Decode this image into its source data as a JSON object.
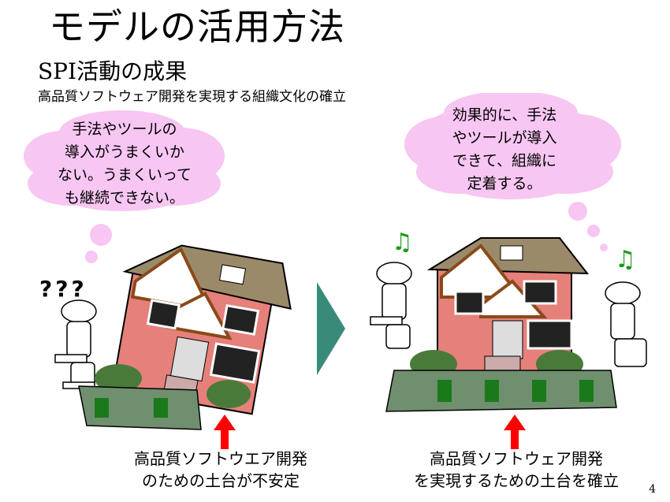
{
  "slide": {
    "title": "モデルの活用方法",
    "subtitle_latin": "SPI",
    "subtitle_jp": "活動の成果",
    "subsubtitle": "高品質ソフトウェア開発を実現する組織文化の確立",
    "page_number": "4"
  },
  "left": {
    "thought_bubble": [
      "手法やツールの",
      "導入がうまくいか",
      "ない。うまくいって",
      "も継続できない。"
    ],
    "question_marks": "???",
    "caption": [
      "高品質ソフトウエア開発",
      "のための土台が不安定"
    ]
  },
  "right": {
    "thought_bubble": [
      "効果的に、手法",
      "やツールが導入",
      "できて、組織に",
      "定着する。"
    ],
    "music_note": "♫",
    "caption": [
      "高品質ソフトウェア開発",
      "を実現するための土台を確立"
    ]
  },
  "colors": {
    "cloud": "#f7c6f2",
    "arrow_teal": "#3a8a7a",
    "arrow_red": "#ff0000",
    "house_pink": "#e6807a",
    "roof": "#9b8a6a",
    "trim": "#8a4a1a",
    "wall_stone": "#6f8f6f",
    "note_green": "#1a9a1a"
  }
}
